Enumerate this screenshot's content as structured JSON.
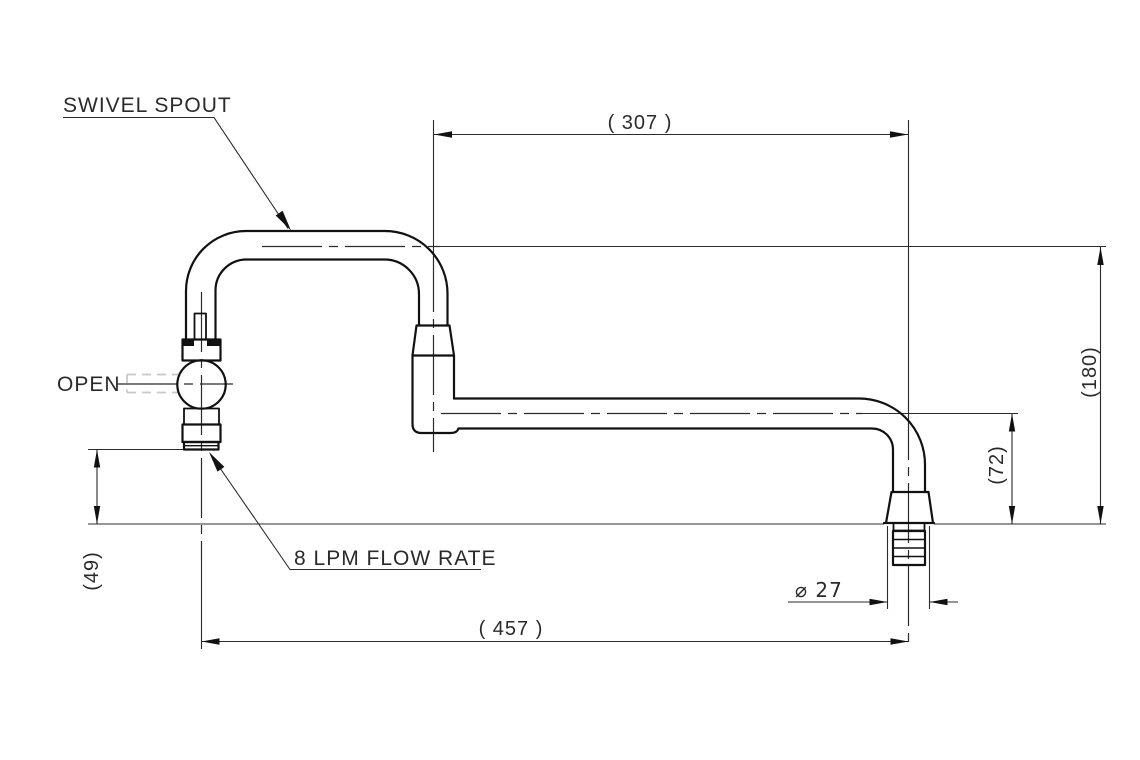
{
  "drawing": {
    "labels": {
      "swivel_spout": "SWIVEL SPOUT",
      "open": "OPEN",
      "flow_rate": "8 LPM FLOW RATE"
    },
    "dimensions": {
      "width_top": "( 307 )",
      "width_overall": "( 457 )",
      "height_overall": "(180)",
      "height_outlet": "(72)",
      "height_inlet": "(49)",
      "outlet_diameter": "⌀ 27"
    },
    "dimension_values_mm": {
      "width_top": 307,
      "width_overall": 457,
      "height_overall": 180,
      "height_outlet": 72,
      "height_inlet": 49,
      "outlet_diameter": 27
    },
    "colors": {
      "object_line": "#111111",
      "thin_line": "#2b2b2b",
      "phantom_line": "#c8c8c8",
      "text": "#2a2a2a",
      "background": "#ffffff"
    }
  }
}
